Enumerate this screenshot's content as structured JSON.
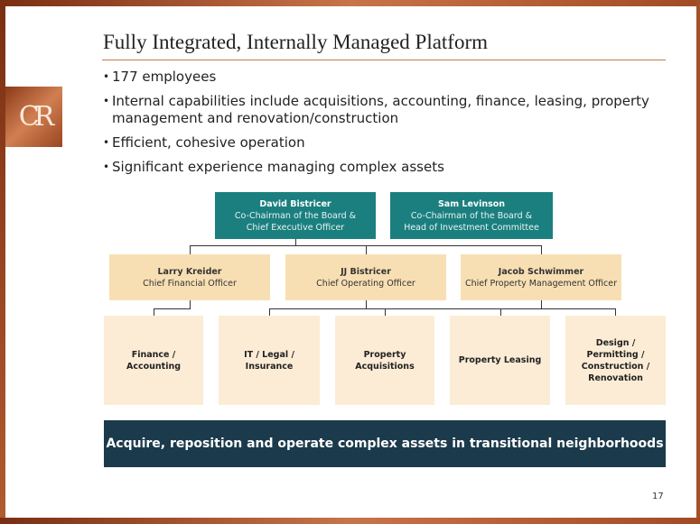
{
  "logo": "CR",
  "title": "Fully Integrated, Internally Managed Platform",
  "bullets": [
    "177 employees",
    "Internal capabilities include acquisitions, accounting, finance, leasing, property management and renovation/construction",
    "Efficient, cohesive operation",
    "Significant experience managing complex assets"
  ],
  "org": {
    "executives": [
      {
        "name": "David Bistricer",
        "role1": "Co-Chairman of the Board &",
        "role2": "Chief Executive Officer"
      },
      {
        "name": "Sam Levinson",
        "role1": "Co-Chairman of the Board &",
        "role2": "Head of Investment Committee"
      }
    ],
    "officers": [
      {
        "name": "Larry Kreider",
        "role": "Chief Financial Officer"
      },
      {
        "name": "JJ Bistricer",
        "role": "Chief Operating Officer"
      },
      {
        "name": "Jacob Schwimmer",
        "role": "Chief Property Management Officer"
      }
    ],
    "departments": [
      "Finance / Accounting",
      "IT / Legal / Insurance",
      "Property Acquisitions",
      "Property Leasing",
      "Design / Permitting / Construction / Renovation"
    ]
  },
  "banner": "Acquire, reposition and operate complex assets in transitional neighborhoods",
  "page_number": "17",
  "colors": {
    "exec": "#1b7f7f",
    "officer": "#f8dfb3",
    "dept": "#fcecd5",
    "banner": "#1b3a4b",
    "accent": "#c47a4e"
  }
}
